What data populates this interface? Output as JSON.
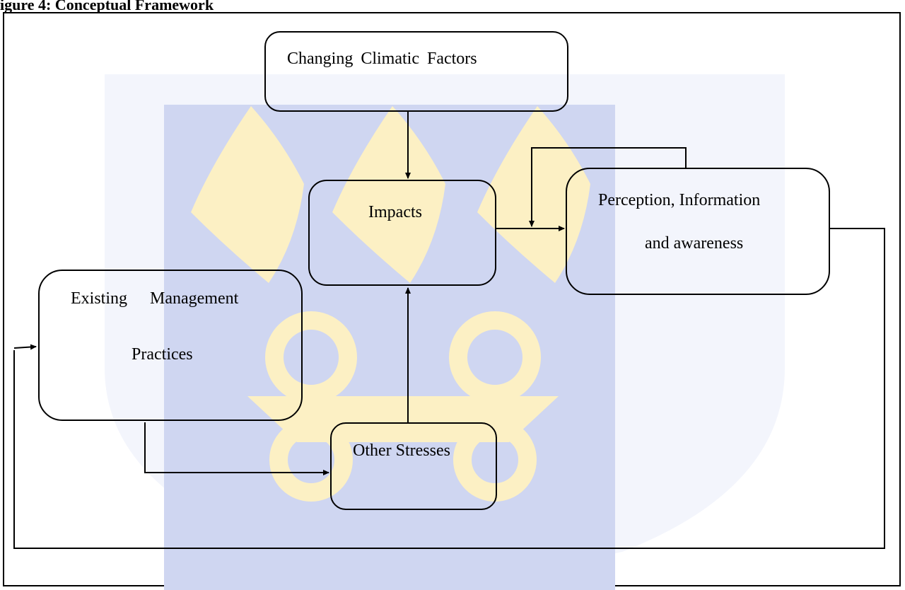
{
  "heading": "igure 4: Conceptual Framework",
  "colors": {
    "line": "#000000",
    "watermark_blue": "#cfd6f1",
    "watermark_gold": "#fcf0c4"
  },
  "nodes": {
    "climate": "Changing  Climatic  Factors",
    "impacts": "Impacts",
    "perception_line1": "Perception, Information",
    "perception_line2": "and awareness",
    "existing_line1": "Existing Management",
    "existing_line2": "Practices",
    "stresses": "Other Stresses"
  }
}
